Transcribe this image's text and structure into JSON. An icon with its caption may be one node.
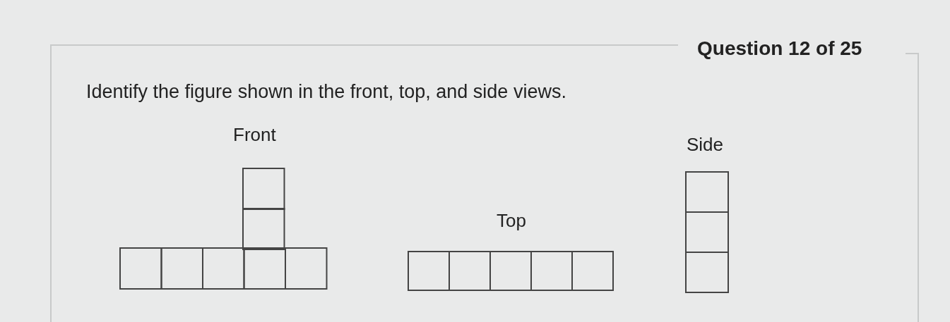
{
  "diagram": {
    "title": "Question 12 of 25",
    "labels": [
      "Identify the figure shown in the front, top, and side views.",
      "Front",
      "Top",
      "Side"
    ]
  }
}
